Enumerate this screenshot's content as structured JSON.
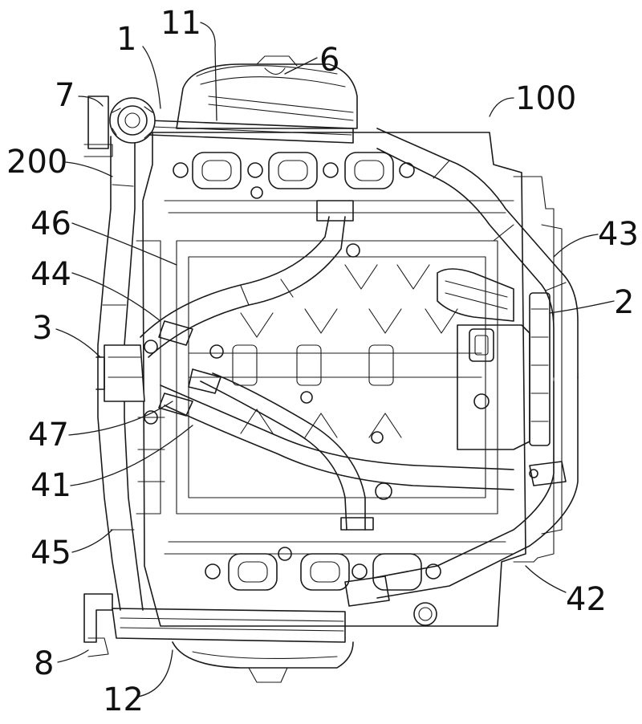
{
  "figure": {
    "labels": [
      {
        "id": "l1",
        "text": "1"
      },
      {
        "id": "l11",
        "text": "11"
      },
      {
        "id": "l6",
        "text": "6"
      },
      {
        "id": "l7",
        "text": "7"
      },
      {
        "id": "l100",
        "text": "100"
      },
      {
        "id": "l200",
        "text": "200"
      },
      {
        "id": "l46",
        "text": "46"
      },
      {
        "id": "l43",
        "text": "43"
      },
      {
        "id": "l44",
        "text": "44"
      },
      {
        "id": "l2",
        "text": "2"
      },
      {
        "id": "l3",
        "text": "3"
      },
      {
        "id": "l47",
        "text": "47"
      },
      {
        "id": "l41",
        "text": "41"
      },
      {
        "id": "l45",
        "text": "45"
      },
      {
        "id": "l42",
        "text": "42"
      },
      {
        "id": "l8",
        "text": "8"
      },
      {
        "id": "l12",
        "text": "12"
      }
    ]
  },
  "colors": {
    "ink": "#1a1a1a",
    "background": "#ffffff"
  }
}
